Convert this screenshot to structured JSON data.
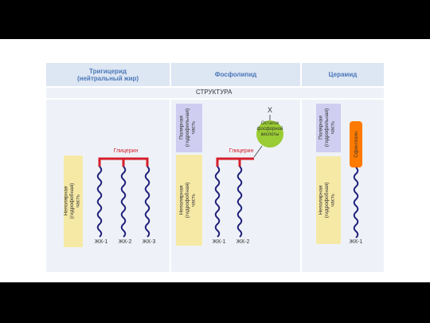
{
  "headers": [
    "Тригицерид\n(нейтральный жир)",
    "Фосфолипид",
    "Церамид"
  ],
  "structure_label": "СТРУКТУРА",
  "labels": {
    "nonpolar": "Неполярная\n(гидрофобная)\nчасть",
    "polar": "Полярная\n(гидрофильная)\nчасть",
    "glycerin": "Глицерин",
    "x": "X",
    "phosphate": "Остаток\nфосфорной\nкислоты",
    "sphingosine": "Сфингозин",
    "fa1": "ЖК-1",
    "fa2": "ЖК-2",
    "fa3": "ЖК-3"
  },
  "colors": {
    "header_bg": "#dde6f3",
    "header_text": "#4a78b8",
    "cell_bg": "#eef2f8",
    "nonpolar_bg": "#f6e9a6",
    "polar_bg": "#cfcdf0",
    "glycerin": "#d61e2a",
    "chain": "#1f1f7a",
    "phosphate": "#9acc33",
    "sphingosine": "#ff7a00"
  }
}
